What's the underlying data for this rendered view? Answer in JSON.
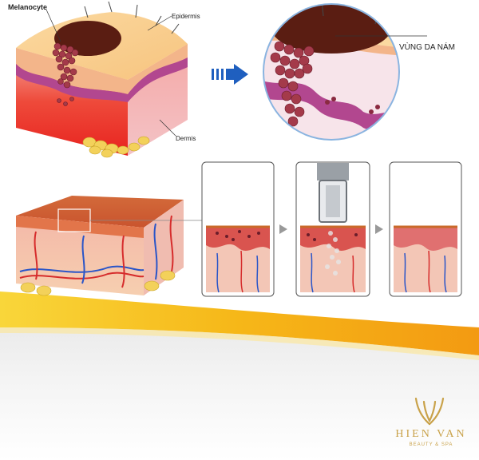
{
  "labels": {
    "melanocyte": "Melanocyte",
    "epidermis": "Epidermis",
    "dermis": "Dermis",
    "melasma_area": "VÙNG DA NÁM"
  },
  "brand": {
    "name": "HIEN VAN",
    "tagline": "BEAUTY & SPA"
  },
  "colors": {
    "brand_gold": "#c9a24a",
    "arrow_blue": "#1f5fbf",
    "banner_yellow": "#f6c21a",
    "banner_orange": "#f39a12"
  },
  "icons": {
    "process_arrow": "double-arrow-right",
    "step_arrow": "triangle-right",
    "logo": "hien-van-lotus-logo"
  }
}
